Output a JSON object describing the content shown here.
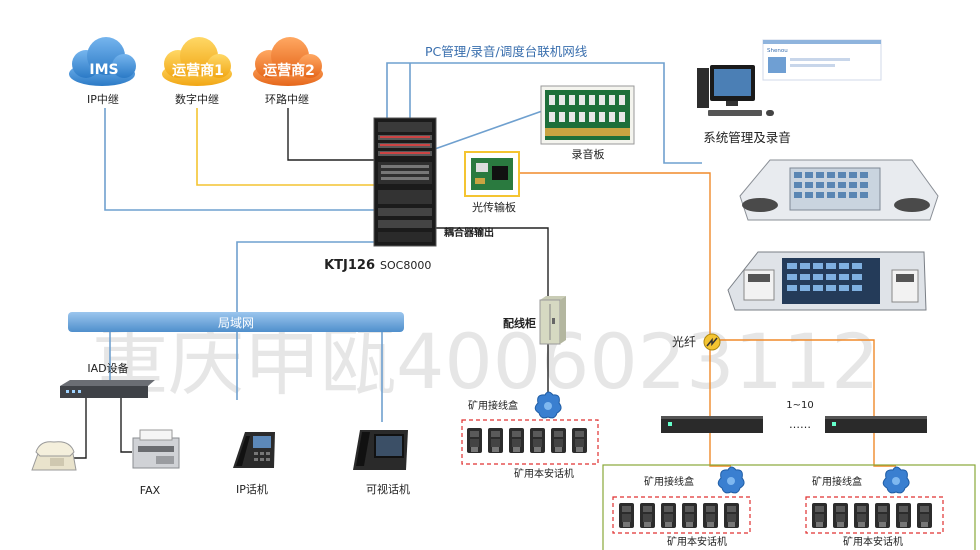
{
  "clouds": {
    "ims": {
      "label": "IMS",
      "caption": "IP中继"
    },
    "op1": {
      "label": "运营商1",
      "caption": "数字中继"
    },
    "op2": {
      "label": "运营商2",
      "caption": "环路中继"
    }
  },
  "top_link_label": "PC管理/录音/调度台联机网线",
  "recording_board": "录音板",
  "optical_board": "光传输板",
  "coupler_output": "耦合器输出",
  "switch": {
    "model": "KTJ126",
    "series": "SOC8000"
  },
  "pc_mgmt": "系统管理及录音",
  "screen_title": "Shenou",
  "lan": "局域网",
  "iad": "IAD设备",
  "fax": "FAX",
  "ip_phone": "IP话机",
  "video_phone": "可视话机",
  "distribution_cabinet": "配线柜",
  "junction_box": "矿用接线盒",
  "safety_phones": "矿用本安话机",
  "fiber": "光纤",
  "range": "1~10",
  "ellipsis": "……",
  "watermark": "重庆申瓯4006023112",
  "colors": {
    "blue_line": "#6fa0cf",
    "orange_line": "#f08a2a",
    "yellow_line": "#f4c431",
    "ims_cloud": "#3d8fd9",
    "op1_cloud": "#f7b928",
    "op2_cloud": "#f07d2a",
    "lan_bar": "#6fa8dc",
    "red_dash": "#e03030",
    "green_frame": "#88a838"
  }
}
